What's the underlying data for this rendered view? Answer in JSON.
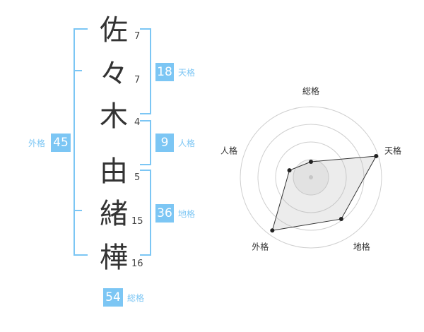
{
  "name_chars": [
    {
      "char": "佐",
      "strokes": "7"
    },
    {
      "char": "々",
      "strokes": "7"
    },
    {
      "char": "木",
      "strokes": "4"
    },
    {
      "char": "由",
      "strokes": "5"
    },
    {
      "char": "緒",
      "strokes": "15"
    },
    {
      "char": "樺",
      "strokes": "16"
    }
  ],
  "kaku": {
    "tenkaku": {
      "label": "天格",
      "value": "18"
    },
    "jinkaku": {
      "label": "人格",
      "value": "9"
    },
    "chikaku": {
      "label": "地格",
      "value": "36"
    },
    "gaikaku": {
      "label": "外格",
      "value": "45"
    },
    "soukaku": {
      "label": "総格",
      "value": "54"
    }
  },
  "colors": {
    "accent": "#7cc6f4",
    "text": "#333333"
  },
  "radar": {
    "axes": [
      "総格",
      "天格",
      "地格",
      "外格",
      "人格"
    ],
    "levels": 4,
    "values": [
      0.22,
      0.97,
      0.73,
      0.93,
      0.32
    ]
  }
}
